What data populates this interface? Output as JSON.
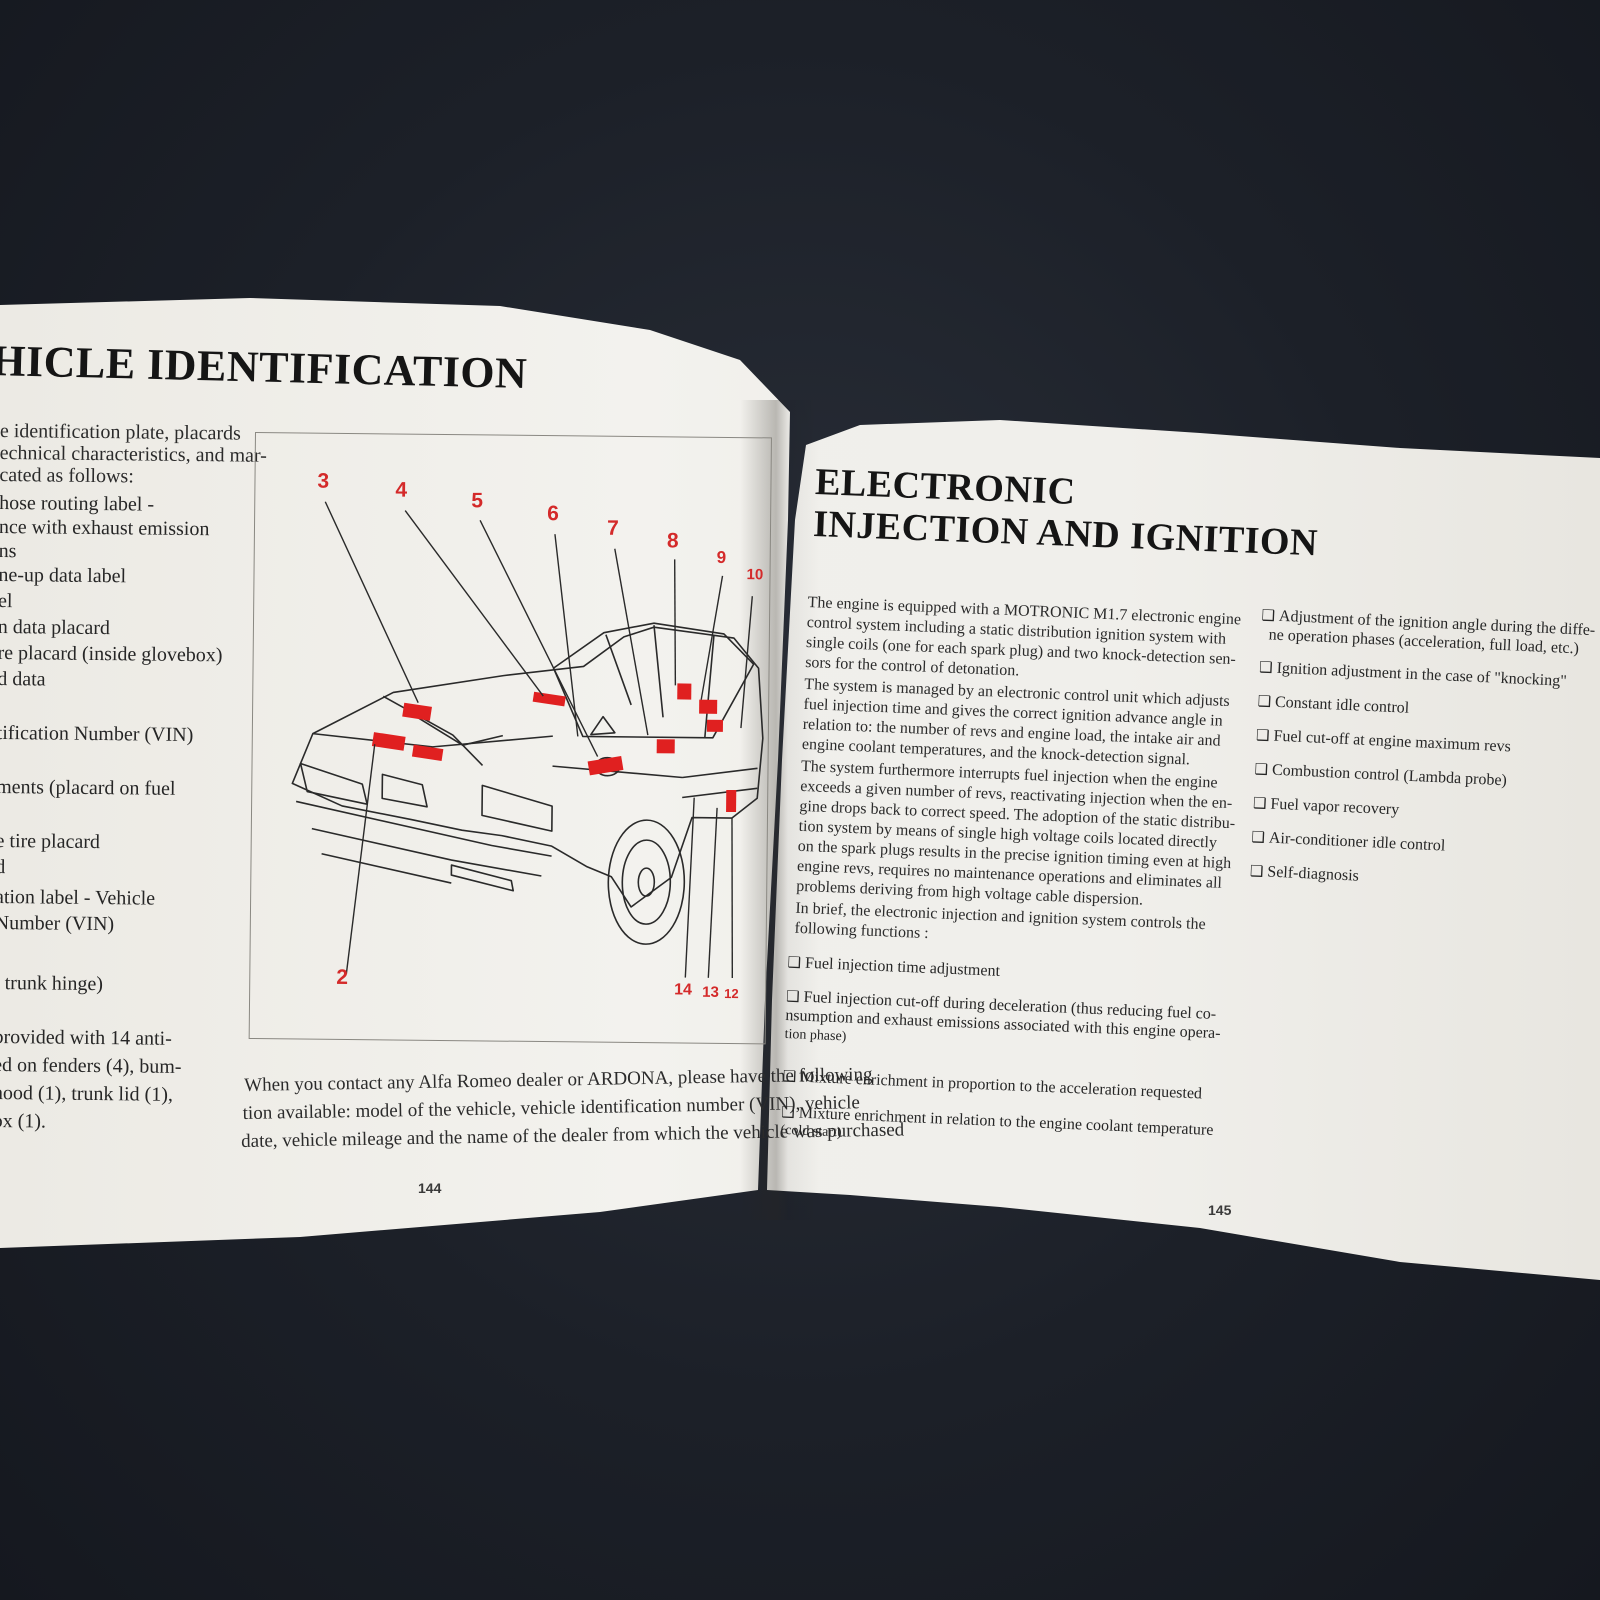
{
  "left_page": {
    "title": "HICLE IDENTIFICATION",
    "intro_lines": [
      "e identification plate, placards",
      "echnical characteristics, and mar-",
      "cated as follows:"
    ],
    "list_lines": [
      "hose routing label -",
      "nce with exhaust emission",
      "ns",
      "ne-up data label",
      "el",
      "n data placard",
      "re placard (inside glovebox)",
      "d data",
      "",
      "tification Number (VIN)",
      "",
      "ments (placard on fuel",
      "",
      "e tire placard",
      "d",
      "ation label - Vehicle",
      "Number (VIN)",
      "",
      "t trunk hinge)"
    ],
    "bottom_lines": [
      "provided with 14 anti-",
      "ed on fenders (4), bum-",
      "hood (1), trunk lid (1),",
      "ox (1)."
    ],
    "note_lines": [
      "When you contact any Alfa Romeo dealer or ARDONA, please have the following",
      "tion available: model of the vehicle, vehicle identification number (VIN), vehicle",
      "date, vehicle mileage and the name of the dealer from which the vehicle was purchased"
    ],
    "page_number": "144",
    "figure": {
      "callouts": [
        "3",
        "4",
        "5",
        "6",
        "7",
        "8",
        "9",
        "10",
        "2",
        "14",
        "13",
        "12"
      ],
      "callout_color": "#d42a2a",
      "label_color": "#e02020"
    }
  },
  "right_page": {
    "title_line1": "ELECTRONIC",
    "title_line2": "INJECTION AND IGNITION",
    "body_lines": [
      "The engine is equipped with a MOTRONIC M1.7 electronic engine",
      "control system including a static distribution ignition system with",
      "single coils (one for each spark plug) and two knock-detection sen-",
      "sors for the control of detonation.",
      "The system is managed  by an electronic control unit which adjusts",
      "fuel injection time and gives the correct ignition advance angle in",
      "relation to: the number of revs and engine load, the intake air and",
      "engine coolant temperatures, and the knock-detection signal.",
      "The system furthermore interrupts fuel injection when the engine",
      "exceeds a given number of revs, reactivating injection when the en-",
      "gine drops back to correct speed. The adoption of the static distribu-",
      "tion system by means of single high voltage coils located directly",
      "on the spark plugs results in the precise ignition timing even at high",
      "engine revs, requires no maintenance operations and eliminates all",
      "problems deriving from high voltage cable dispersion.",
      "In brief, the electronic injection and ignition system controls the",
      "following functions :"
    ],
    "functions": [
      [
        "Fuel injection time adjustment"
      ],
      [
        "Fuel injection cut-off during deceleration (thus reducing fuel co-",
        "nsumption and exhaust emissions associated with this engine opera-",
        "tion phase)"
      ],
      [
        "Mixture enrichment in proportion to the acceleration requested"
      ],
      [
        "Mixture enrichment in relation to the engine coolant temperature",
        "(cold start)"
      ]
    ],
    "functions_col2": [
      [
        "Adjustment of the ignition angle during the diffe-",
        "ne operation phases (acceleration, full load, etc.)"
      ],
      [
        "Ignition adjustment in the case of \"knocking\""
      ],
      [
        "Constant idle control"
      ],
      [
        "Fuel cut-off at engine maximum revs"
      ],
      [
        "Combustion control (Lambda probe)"
      ],
      [
        "Fuel vapor recovery"
      ],
      [
        "Air-conditioner idle control"
      ],
      [
        "Self-diagnosis"
      ]
    ],
    "checkbox_glyph": "❑",
    "page_number": "145"
  }
}
